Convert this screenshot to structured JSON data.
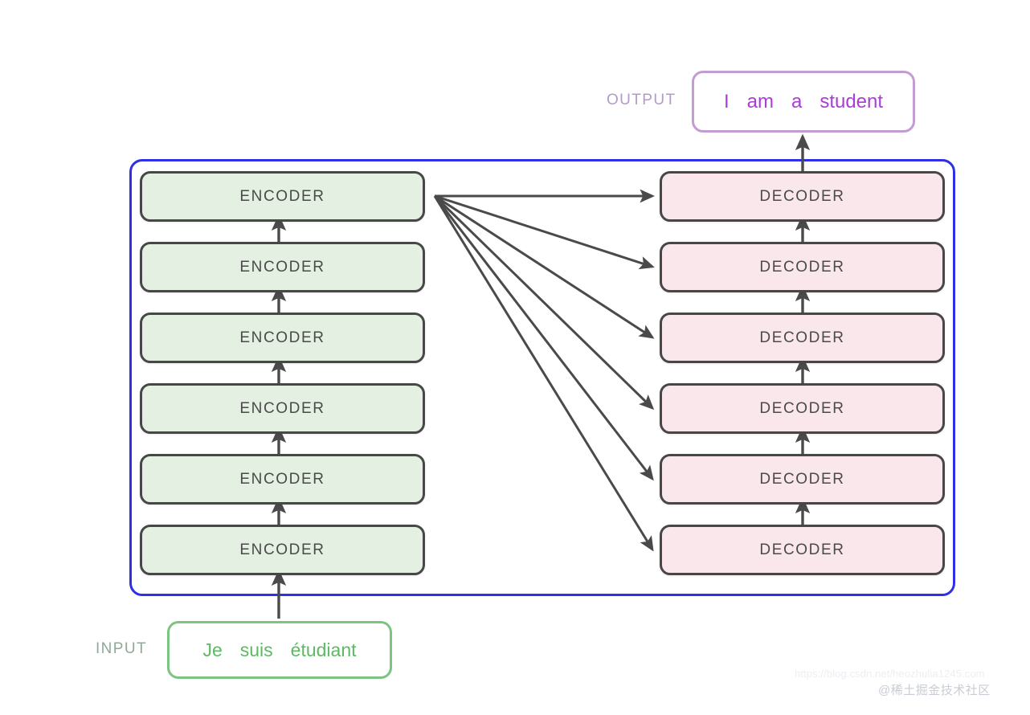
{
  "diagram": {
    "title": "Transformer encoder-decoder stack",
    "frame": {
      "name": "transformer-frame",
      "border_color": "#2f2fe8"
    },
    "encoder_stack": {
      "label": "ENCODER",
      "count": 6,
      "fill_color": "#e4f0e2",
      "border_color": "#474747",
      "items": [
        {
          "label": "ENCODER"
        },
        {
          "label": "ENCODER"
        },
        {
          "label": "ENCODER"
        },
        {
          "label": "ENCODER"
        },
        {
          "label": "ENCODER"
        },
        {
          "label": "ENCODER"
        }
      ]
    },
    "decoder_stack": {
      "label": "DECODER",
      "count": 6,
      "fill_color": "#fae7ec",
      "border_color": "#474747",
      "items": [
        {
          "label": "DECODER"
        },
        {
          "label": "DECODER"
        },
        {
          "label": "DECODER"
        },
        {
          "label": "DECODER"
        },
        {
          "label": "DECODER"
        },
        {
          "label": "DECODER"
        }
      ]
    },
    "input": {
      "label": "INPUT",
      "label_color": "#8fa898",
      "border_color": "#7cc481",
      "text_color": "#5bba62",
      "tokens": [
        "Je",
        "suis",
        "étudiant"
      ]
    },
    "output": {
      "label": "OUTPUT",
      "label_color": "#b39ac9",
      "border_color": "#c49cd4",
      "text_color": "#a83ed6",
      "tokens": [
        "I",
        "am",
        "a",
        "student"
      ]
    },
    "connections": {
      "arrow_color": "#4a4a4a",
      "encoder_to_decoder_fan_count": 6,
      "description": "Top encoder output fans out to all six decoders"
    }
  },
  "watermarks": {
    "url": "https://blog.csdn.net/heozhulia1245.com",
    "brand": "@稀土掘金技术社区"
  }
}
